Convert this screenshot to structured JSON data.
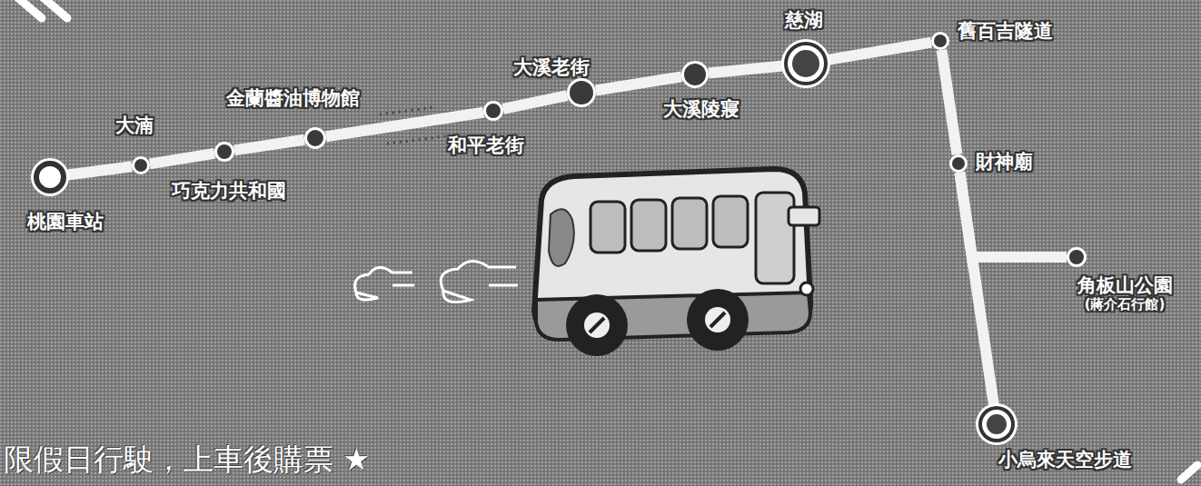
{
  "diagram": {
    "nodes": [
      {
        "text": [
          "桃園車站"
        ]
      },
      {
        "text": [
          "大湳"
        ]
      },
      {
        "text": [
          "巧克力共和國"
        ]
      },
      {
        "text": [
          "金蘭醬油博物館"
        ]
      },
      {
        "text": [
          "和平老街"
        ]
      },
      {
        "text": [
          "大溪老街"
        ]
      },
      {
        "text": [
          "大溪陵寢"
        ]
      },
      {
        "text": [
          "慈湖"
        ]
      },
      {
        "text": [
          "舊百吉隧道"
        ]
      },
      {
        "text": [
          "財神廟"
        ]
      },
      {
        "text": [
          "角板山公園",
          "(蔣介石行館)"
        ]
      },
      {
        "text": [
          "小烏來天空步道"
        ]
      }
    ],
    "edges": [
      {
        "from": 0,
        "to": 1,
        "arrow": "none"
      },
      {
        "from": 1,
        "to": 2,
        "arrow": "none"
      },
      {
        "from": 2,
        "to": 3,
        "arrow": "none"
      },
      {
        "from": 3,
        "to": 4,
        "arrow": "none"
      },
      {
        "from": 4,
        "to": 5,
        "arrow": "none"
      },
      {
        "from": 5,
        "to": 6,
        "arrow": "none"
      },
      {
        "from": 6,
        "to": 7,
        "arrow": "none"
      },
      {
        "from": 7,
        "to": 8,
        "arrow": "none"
      },
      {
        "from": 8,
        "to": 9,
        "arrow": "none"
      },
      {
        "from": 9,
        "to": 10,
        "arrow": "none"
      },
      {
        "from": 9,
        "to": 11,
        "arrow": "none"
      }
    ],
    "labels": [
      "限假日行駛，上車後購票 ★"
    ]
  }
}
